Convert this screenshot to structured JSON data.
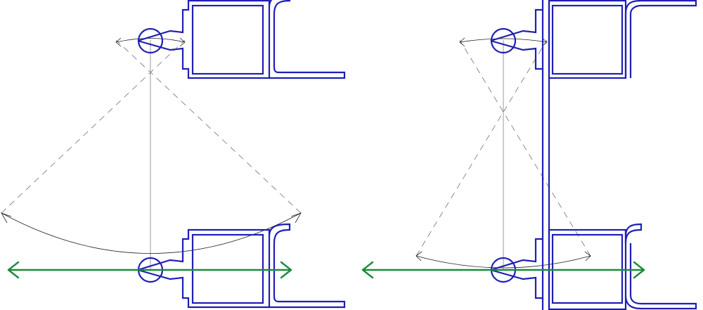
{
  "colors": {
    "profile": "#1f1fb4",
    "construction": "#707070",
    "arrow": "#222222",
    "motion": "#1a8c3c"
  },
  "panels": [
    {
      "name": "left-panel",
      "hinge_mount": "rail-only"
    },
    {
      "name": "right-panel",
      "hinge_mount": "rail-and-upright"
    }
  ]
}
